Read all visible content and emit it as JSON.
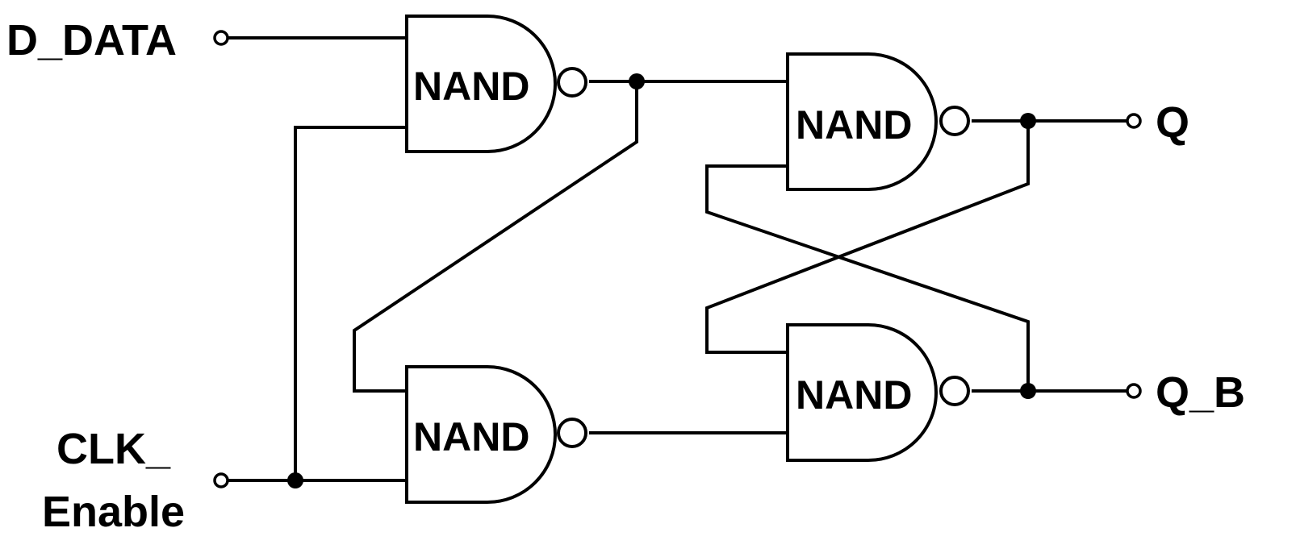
{
  "inputs": {
    "d_data": "D_DATA",
    "clk_line1": "CLK_",
    "clk_line2": "Enable"
  },
  "outputs": {
    "q": "Q",
    "q_b": "Q_B"
  },
  "gates": [
    {
      "label": "NAND"
    },
    {
      "label": "NAND"
    },
    {
      "label": "NAND"
    },
    {
      "label": "NAND"
    }
  ]
}
